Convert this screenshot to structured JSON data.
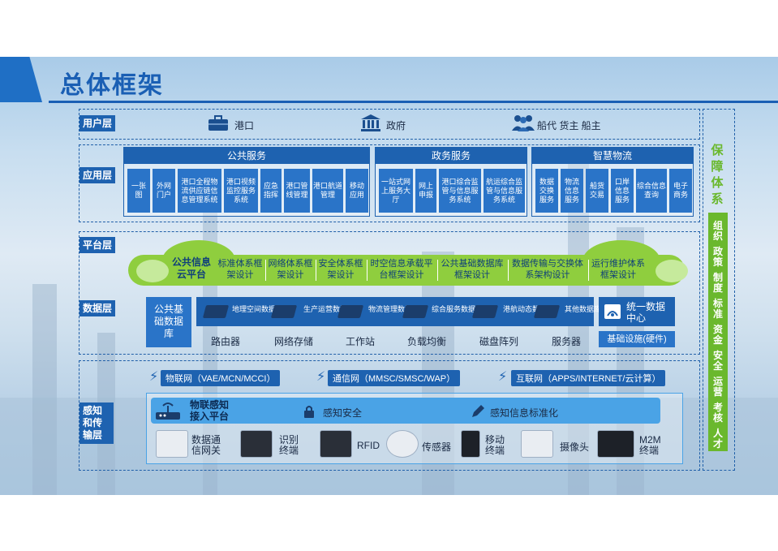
{
  "title": "总体框架",
  "user_layer": {
    "label": "用户层",
    "items": [
      "港口",
      "政府",
      "船代 货主 船主"
    ]
  },
  "app_layer": {
    "label": "应用层",
    "groups": [
      {
        "title": "公共服务",
        "cells": [
          "一张图",
          "外网门户",
          "港口全程物流供应链信息管理系统",
          "港口视频监控服务系统",
          "应急指挥",
          "港口管线管理",
          "港口航道管理",
          "移动应用"
        ]
      },
      {
        "title": "政务服务",
        "cells": [
          "一站式网上服务大厅",
          "网上申报",
          "港口综合监管与信息服务系统",
          "航运综合监管与信息服务系统"
        ]
      },
      {
        "title": "智慧物流",
        "cells": [
          "数据交换服务",
          "物流信息服务",
          "船货交易",
          "口岸信息服务",
          "综合信息查询",
          "电子商务"
        ]
      }
    ]
  },
  "platform_layer": {
    "label": "平台层",
    "cloud_title": "公共信息云平台",
    "modules": [
      "标准体系框架设计",
      "网络体系框架设计",
      "安全体系框架设计",
      "时空信息承载平台框架设计",
      "公共基础数据库框架设计",
      "数据传输与交换体系架构设计",
      "运行维护体系框架设计"
    ]
  },
  "data_layer": {
    "label": "数据层",
    "left": "公共基础数据库",
    "dbs": [
      "地理空间数据库",
      "生产运营数据库",
      "物流管理数据库",
      "综合服务数据库",
      "港航动态数据库",
      "其他数据库"
    ],
    "center": "统一数据中心",
    "infra": [
      "路由器",
      "网络存储",
      "工作站",
      "负载均衡",
      "磁盘阵列",
      "服务器"
    ],
    "infra_label": "基础设施(硬件)"
  },
  "nets": [
    "物联网（VAE/MCN/MCCI）",
    "通信网（MMSC/SMSC/WAP）",
    "互联网（APPS/INTERNET/云计算）"
  ],
  "sense_layer": {
    "label": "感知和传输层",
    "platform": "物联感知接入平台",
    "features": [
      "感知安全",
      "感知信息标准化"
    ],
    "devices": [
      "数据通信网关",
      "识别终端",
      "RFID",
      "传感器",
      "移动终端",
      "摄像头",
      "M2M终端"
    ]
  },
  "support": {
    "title": "保障体系",
    "items": [
      "组织",
      "政策",
      "制度",
      "标准",
      "资金",
      "安全",
      "运营",
      "考核",
      "人才"
    ]
  }
}
